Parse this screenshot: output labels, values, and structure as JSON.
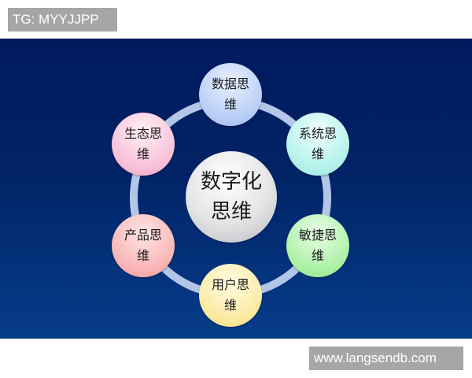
{
  "watermarks": {
    "top_left": "TG: MYYJJPP",
    "bottom_right": "www.langsendb.com"
  },
  "colors": {
    "background_top": "#001a5e",
    "background_bottom": "#063d8a",
    "ring": "#b4c6e8",
    "watermark_bg": "#a6a6a6"
  },
  "diagram": {
    "center": {
      "line1": "数字化",
      "line2": "思维"
    },
    "nodes": [
      {
        "id": "data",
        "line1": "数据思",
        "line2": "维",
        "color": "#b7cdf6"
      },
      {
        "id": "system",
        "line1": "系统思",
        "line2": "维",
        "color": "#b2f1ea"
      },
      {
        "id": "agile",
        "line1": "敏捷思",
        "line2": "维",
        "color": "#aaf0a4"
      },
      {
        "id": "user",
        "line1": "用户思",
        "line2": "维",
        "color": "#fbe9a0"
      },
      {
        "id": "product",
        "line1": "产品思",
        "line2": "维",
        "color": "#f9b3b3"
      },
      {
        "id": "ecology",
        "line1": "生态思",
        "line2": "维",
        "color": "#f8bed6"
      }
    ]
  }
}
